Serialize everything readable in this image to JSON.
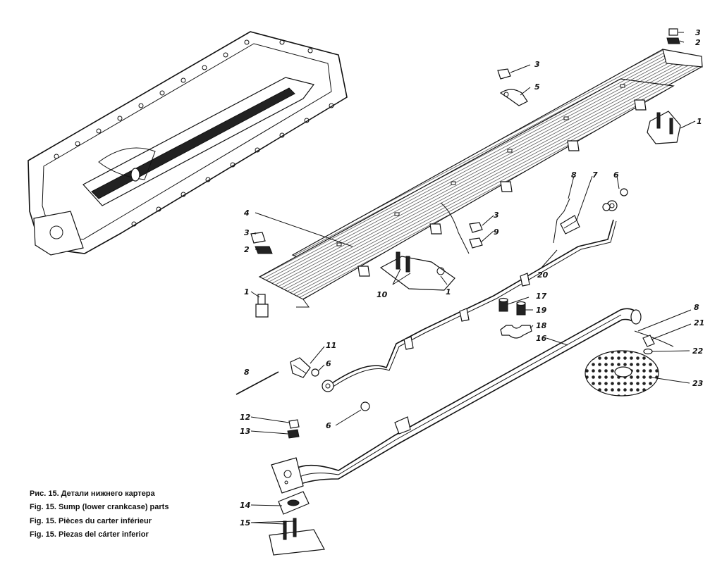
{
  "caption": [
    "Рис. 15. Детали нижнего картера",
    "Fig. 15. Sump (lower crankcase) parts",
    "Fig. 15. Pièces du carter inférieur",
    "Fig. 15. Piezas del cárter inferior"
  ],
  "labels": {
    "l1a": "1",
    "l1b": "1",
    "l1c": "1",
    "l2a": "2",
    "l2b": "2",
    "l3a": "3",
    "l3b": "3",
    "l3c": "3",
    "l3d": "3",
    "l4": "4",
    "l5": "5",
    "l6a": "6",
    "l6b": "6",
    "l6c": "6",
    "l7": "7",
    "l8a": "8",
    "l8b": "8",
    "l8c": "8",
    "l9": "9",
    "l10": "10",
    "l11": "11",
    "l12": "12",
    "l13": "13",
    "l14": "14",
    "l15": "15",
    "l16": "16",
    "l17": "17",
    "l18": "18",
    "l19": "19",
    "l20": "20",
    "l21": "21",
    "l22": "22",
    "l23": "23"
  }
}
